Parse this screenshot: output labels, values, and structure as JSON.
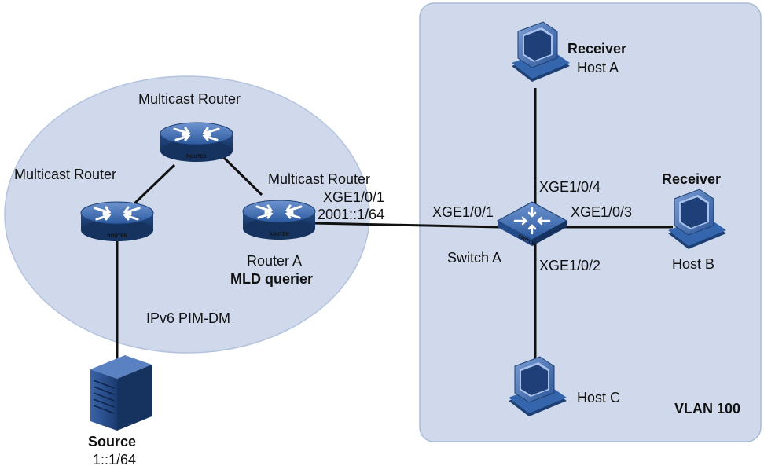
{
  "network": {
    "region_label": "IPv6 PIM-DM",
    "vlan_label": "VLAN 100"
  },
  "routers": {
    "top": {
      "title": "Multicast Router",
      "badge": "ROUTER"
    },
    "left": {
      "title": "Multicast Router",
      "badge": "ROUTER"
    },
    "router_a": {
      "title": "Multicast Router",
      "badge": "ROUTER",
      "port": "XGE1/0/1",
      "address": "2001::1/64",
      "name": "Router A",
      "role": "MLD querier"
    }
  },
  "switch": {
    "name": "Switch A",
    "badge": "SWITCH",
    "ports": {
      "p1": "XGE1/0/1",
      "p2": "XGE1/0/2",
      "p3": "XGE1/0/3",
      "p4": "XGE1/0/4"
    }
  },
  "hosts": {
    "a": {
      "role": "Receiver",
      "name": "Host A"
    },
    "b": {
      "role": "Receiver",
      "name": "Host B"
    },
    "c": {
      "name": "Host C"
    }
  },
  "source": {
    "name": "Source",
    "address": "1::1/64"
  },
  "colors": {
    "region_fill": "#cfd9eb",
    "region_stroke": "#b3c3dd",
    "vlan_fill": "#cfd9eb",
    "vlan_stroke": "#aabbd6",
    "device_blue": "#2f5d9f",
    "device_dark": "#1d3f73",
    "line": "#111111"
  }
}
